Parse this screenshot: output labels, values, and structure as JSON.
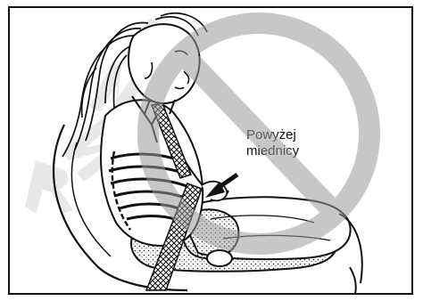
{
  "illustration": {
    "callout_line1": "Powyżej",
    "callout_line2": "miednicy",
    "watermark_text": "RZNE",
    "subject": "person-slouched-in-seat-with-misworn-seatbelt"
  },
  "colors": {
    "line": "#111111",
    "paper": "#ffffff",
    "prohibition_sign": "#c8c8c8",
    "watermark": "#e2e2e2"
  }
}
